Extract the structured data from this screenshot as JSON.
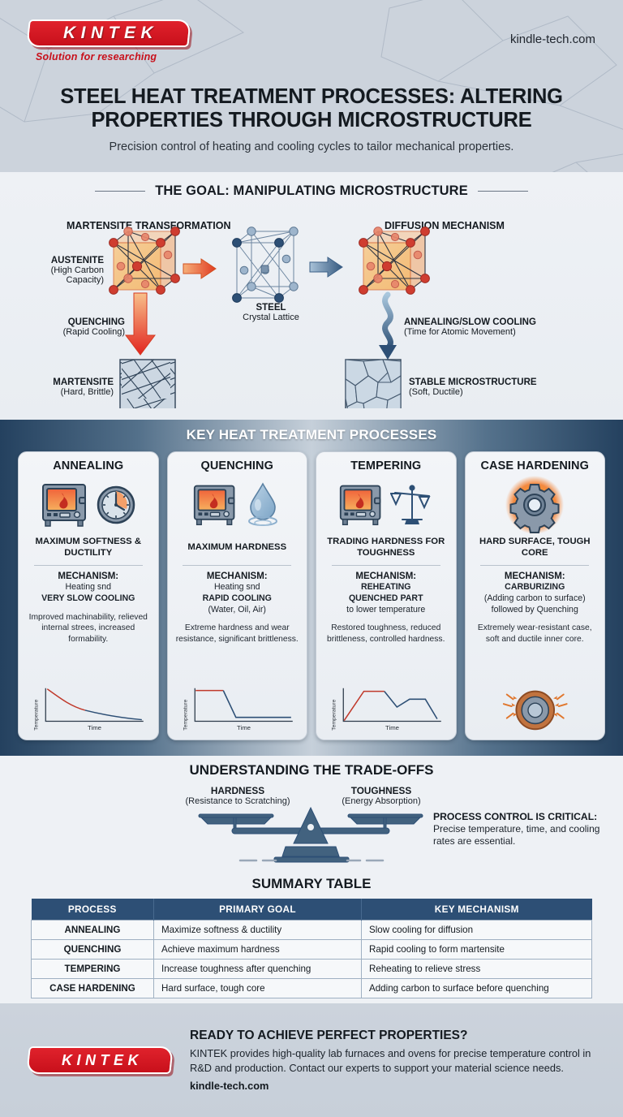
{
  "header": {
    "logo_text": "KINTEK",
    "logo_tagline": "Solution for researching",
    "site_url": "kindle-tech.com",
    "title": "STEEL HEAT TREATMENT PROCESSES: ALTERING PROPERTIES THROUGH MICROSTRUCTURE",
    "subtitle": "Precision control of heating and cooling cycles to tailor mechanical properties."
  },
  "goal": {
    "section_title": "THE GOAL: MANIPULATING MICROSTRUCTURE",
    "col_left": "MARTENSITE TRANSFORMATION",
    "col_right": "DIFFUSION MECHANISM",
    "austenite_title": "AUSTENITE",
    "austenite_sub": "(High Carbon Capacity)",
    "steel_title": "STEEL",
    "steel_sub": "Crystal Lattice",
    "quenching_title": "QUENCHING",
    "quenching_sub": "(Rapid Cooling)",
    "annealing_title": "ANNEALING/SLOW COOLING",
    "annealing_sub": "(Time for Atomic Movement)",
    "martensite_title": "MARTENSITE",
    "martensite_sub": "(Hard, Brittle)",
    "stable_title": "STABLE MICROSTRUCTURE",
    "stable_sub": "(Soft, Ductile)"
  },
  "processes": {
    "section_title": "KEY HEAT TREATMENT PROCESSES",
    "mechanism_label": "MECHANISM:",
    "cards": [
      {
        "title": "ANNEALING",
        "icons": [
          "furnace-icon",
          "clock-icon"
        ],
        "goal": "MAXIMUM SOFTNESS & DUCTILITY",
        "mech_line1": "Heating snd",
        "mech_line2": "VERY SLOW COOLING",
        "mech_line3": "",
        "desc": "Improved machinability, relieved internal strees, increased formability.",
        "chart": {
          "xlabel": "Time",
          "ylabel": "Temperature",
          "type": "line"
        }
      },
      {
        "title": "QUENCHING",
        "icons": [
          "furnace-icon",
          "water-drop-icon"
        ],
        "goal": "MAXIMUM HARDNESS",
        "mech_line1": "Heating snd",
        "mech_line2": "RAPID COOLING",
        "mech_line3": "(Water, Oil, Air)",
        "desc": "Extreme hardness and wear resistance, significant brittleness.",
        "chart": {
          "xlabel": "Time",
          "ylabel": "Temperature",
          "type": "line"
        }
      },
      {
        "title": "TEMPERING",
        "icons": [
          "furnace-icon",
          "balance-scale-icon"
        ],
        "goal": "TRADING HARDNESS FOR TOUGHNESS",
        "mech_line1": "REHEATING",
        "mech_line2": "QUENCHED PART",
        "mech_line3": "to lower temperature",
        "desc": "Restored toughness, reduced brittleness, controlled hardness.",
        "chart": {
          "xlabel": "Time",
          "ylabel": "Temperature",
          "type": "line"
        }
      },
      {
        "title": "CASE HARDENING",
        "icons": [
          "glowing-gear-icon"
        ],
        "goal": "HARD SURFACE, TOUGH CORE",
        "mech_line1": "CARBURIZING",
        "mech_line2": "(Adding carbon to surface)",
        "mech_line3": "followed by Quenching",
        "desc": "Extremely wear-resistant case, soft and ductile inner core.",
        "chart": {
          "type": "case-cross-section"
        }
      }
    ]
  },
  "tradeoffs": {
    "section_title": "UNDERSTANDING THE TRADE-OFFS",
    "left_title": "HARDNESS",
    "left_sub": "(Resistance to Scratching)",
    "right_title": "TOUGHNESS",
    "right_sub": "(Energy Absorption)",
    "note_head": "PROCESS CONTROL IS CRITICAL:",
    "note_body": "Precise temperature, time, and cooling rates are essential."
  },
  "summary": {
    "section_title": "SUMMARY TABLE",
    "columns": [
      "PROCESS",
      "PRIMARY GOAL",
      "KEY MECHANISM"
    ],
    "rows": [
      [
        "ANNEALING",
        "Maximize softness & ductility",
        "Slow cooling for diffusion"
      ],
      [
        "QUENCHING",
        "Achieve maximum hardness",
        "Rapid cooling to form martensite"
      ],
      [
        "TEMPERING",
        "Increase toughness after quenching",
        "Reheating to relieve stress"
      ],
      [
        "CASE HARDENING",
        "Hard surface, tough core",
        "Adding carbon to surface before quenching"
      ]
    ]
  },
  "footer": {
    "logo_text": "KINTEK",
    "heading": "READY TO ACHIEVE PERFECT PROPERTIES?",
    "body": "KINTEK provides high-quality lab furnaces and ovens for precise temperature control in R&D and production. Contact our experts to support your material science needs.",
    "url": "kindle-tech.com"
  },
  "chart_data": [
    {
      "type": "line",
      "title": "Annealing cooling curve",
      "xlabel": "Time",
      "ylabel": "Temperature",
      "x": [
        0,
        10,
        20,
        30,
        40,
        50,
        60,
        70,
        80,
        90,
        100
      ],
      "values": [
        100,
        80,
        64,
        52,
        43,
        35,
        29,
        24,
        20,
        17,
        14
      ],
      "series_colors": [
        "#c0392b",
        "#2d4f75"
      ]
    },
    {
      "type": "line",
      "title": "Quenching cooling curve",
      "xlabel": "Time",
      "ylabel": "Temperature",
      "x": [
        0,
        25,
        35,
        50,
        100
      ],
      "values": [
        100,
        100,
        60,
        12,
        12
      ],
      "series_colors": [
        "#c0392b",
        "#2d4f75"
      ]
    },
    {
      "type": "line",
      "title": "Tempering thermal cycle",
      "xlabel": "Time",
      "ylabel": "Temperature",
      "x": [
        0,
        22,
        45,
        58,
        66,
        80,
        92,
        100
      ],
      "values": [
        2,
        92,
        92,
        48,
        66,
        66,
        28,
        6
      ],
      "series_colors": [
        "#c0392b",
        "#2d4f75"
      ]
    }
  ],
  "colors": {
    "brand_red": "#c8101b",
    "deep_blue": "#24415f",
    "table_header": "#2d4f75",
    "page_bg": "#ccd3dc",
    "panel_bg": "#eef1f5",
    "hot_orange": "#e8742c"
  }
}
